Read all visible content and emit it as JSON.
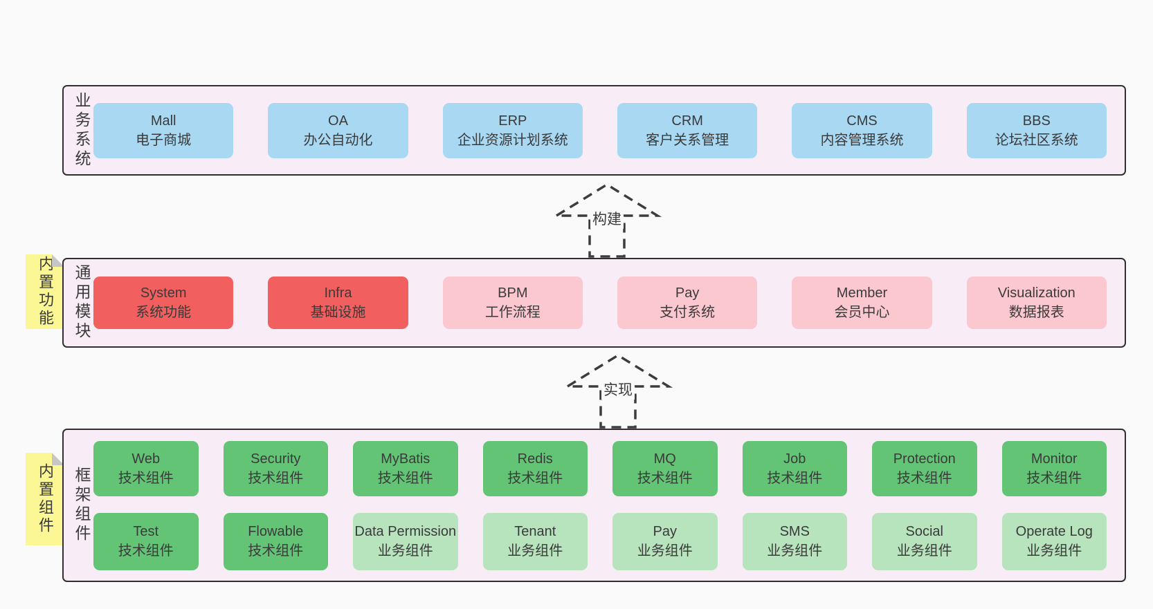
{
  "colors": {
    "page_bg": "#fafafa",
    "panel_bg": "#f8edf6",
    "panel_border": "#2f2f2f",
    "blue": "#a9d8f3",
    "red": "#f15f5f",
    "pink": "#fcc8d0",
    "green": "#64c476",
    "light_green": "#b7e3bd",
    "sticky_yellow": "#fbf795",
    "text": "#3a3a3a"
  },
  "arrows": {
    "build": "构建",
    "implement": "实现"
  },
  "business_layer": {
    "label": "业务系统",
    "boxes": [
      {
        "name": "Mall",
        "desc": "电子商城"
      },
      {
        "name": "OA",
        "desc": "办公自动化"
      },
      {
        "name": "ERP",
        "desc": "企业资源计划系统"
      },
      {
        "name": "CRM",
        "desc": "客户关系管理"
      },
      {
        "name": "CMS",
        "desc": "内容管理系统"
      },
      {
        "name": "BBS",
        "desc": "论坛社区系统"
      }
    ]
  },
  "module_layer": {
    "label": "通用模块",
    "sticky": "内置功能",
    "boxes": [
      {
        "name": "System",
        "desc": "系统功能",
        "variant": "red"
      },
      {
        "name": "Infra",
        "desc": "基础设施",
        "variant": "red"
      },
      {
        "name": "BPM",
        "desc": "工作流程",
        "variant": "pink"
      },
      {
        "name": "Pay",
        "desc": "支付系统",
        "variant": "pink"
      },
      {
        "name": "Member",
        "desc": "会员中心",
        "variant": "pink"
      },
      {
        "name": "Visualization",
        "desc": "数据报表",
        "variant": "pink"
      }
    ]
  },
  "component_layer": {
    "label": "框架组件",
    "sticky": "内置组件",
    "row1": [
      {
        "name": "Web",
        "desc": "技术组件",
        "variant": "green"
      },
      {
        "name": "Security",
        "desc": "技术组件",
        "variant": "green"
      },
      {
        "name": "MyBatis",
        "desc": "技术组件",
        "variant": "green"
      },
      {
        "name": "Redis",
        "desc": "技术组件",
        "variant": "green"
      },
      {
        "name": "MQ",
        "desc": "技术组件",
        "variant": "green"
      },
      {
        "name": "Job",
        "desc": "技术组件",
        "variant": "green"
      },
      {
        "name": "Protection",
        "desc": "技术组件",
        "variant": "green"
      },
      {
        "name": "Monitor",
        "desc": "技术组件",
        "variant": "green"
      }
    ],
    "row2": [
      {
        "name": "Test",
        "desc": "技术组件",
        "variant": "green"
      },
      {
        "name": "Flowable",
        "desc": "技术组件",
        "variant": "green"
      },
      {
        "name": "Data Permission",
        "desc": "业务组件",
        "variant": "lightgreen"
      },
      {
        "name": "Tenant",
        "desc": "业务组件",
        "variant": "lightgreen"
      },
      {
        "name": "Pay",
        "desc": "业务组件",
        "variant": "lightgreen"
      },
      {
        "name": "SMS",
        "desc": "业务组件",
        "variant": "lightgreen"
      },
      {
        "name": "Social",
        "desc": "业务组件",
        "variant": "lightgreen"
      },
      {
        "name": "Operate Log",
        "desc": "业务组件",
        "variant": "lightgreen"
      }
    ]
  }
}
